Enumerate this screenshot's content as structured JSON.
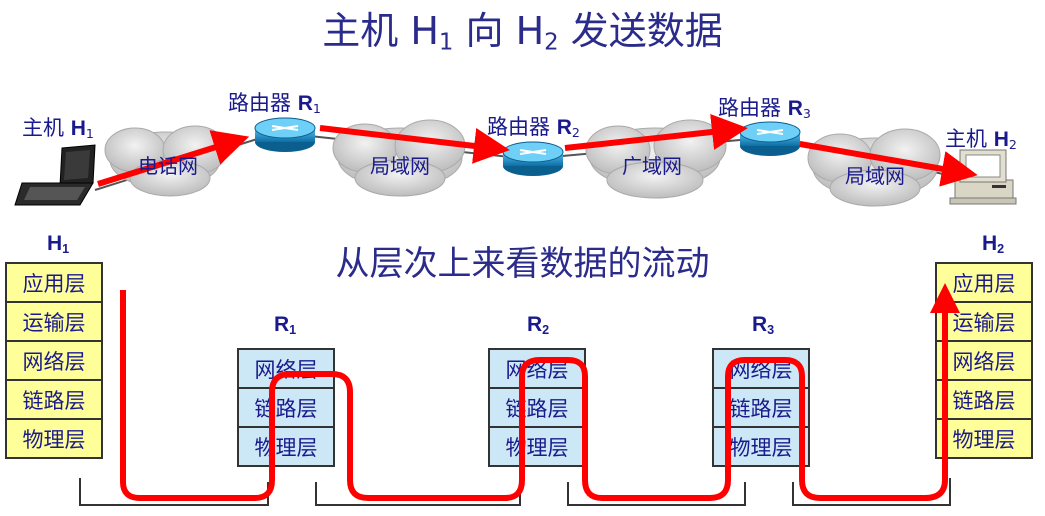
{
  "title": {
    "prefix": "主机 H",
    "s1": "1",
    "mid": " 向 H",
    "s2": "2",
    "suffix": " 发送数据"
  },
  "subtitle": "从层次上来看数据的流动",
  "top": {
    "host1": {
      "text": "主机 ",
      "bold": "H",
      "sub": "1"
    },
    "host2": {
      "text": "主机 ",
      "bold": "H",
      "sub": "2"
    },
    "r1": {
      "text": "路由器 ",
      "bold": "R",
      "sub": "1"
    },
    "r2": {
      "text": "路由器 ",
      "bold": "R",
      "sub": "2"
    },
    "r3": {
      "text": "路由器 ",
      "bold": "R",
      "sub": "3"
    },
    "clouds": [
      "电话网",
      "局域网",
      "广域网",
      "局域网"
    ]
  },
  "stacks": {
    "h1": {
      "label": "H",
      "sub": "1",
      "layers": [
        "应用层",
        "运输层",
        "网络层",
        "链路层",
        "物理层"
      ]
    },
    "r1": {
      "label": "R",
      "sub": "1",
      "layers": [
        "网络层",
        "链路层",
        "物理层"
      ]
    },
    "r2": {
      "label": "R",
      "sub": "2",
      "layers": [
        "网络层",
        "链路层",
        "物理层"
      ]
    },
    "r3": {
      "label": "R",
      "sub": "3",
      "layers": [
        "网络层",
        "链路层",
        "物理层"
      ]
    },
    "h2": {
      "label": "H",
      "sub": "2",
      "layers": [
        "应用层",
        "运输层",
        "网络层",
        "链路层",
        "物理层"
      ]
    }
  },
  "colors": {
    "arrow": "#ff0000",
    "title": "#2b2b8c",
    "host_stack": "#ffff99",
    "router_stack": "#cce8f7",
    "router": "#1a8fc8"
  }
}
